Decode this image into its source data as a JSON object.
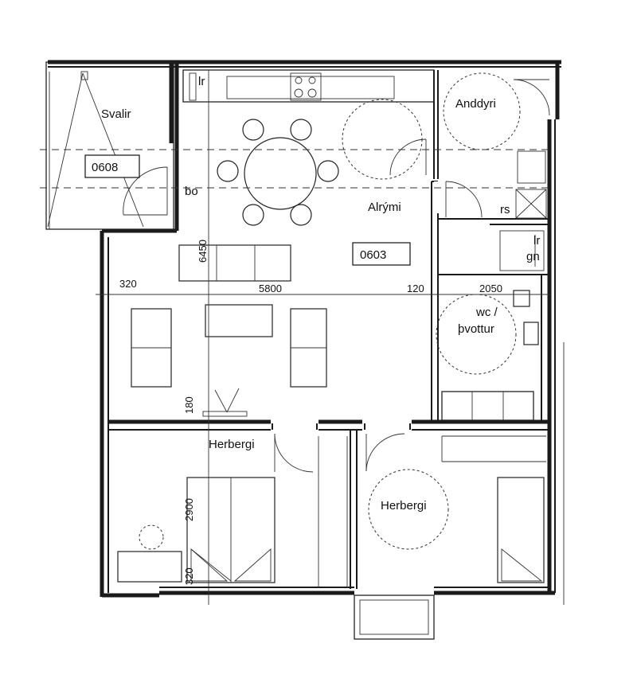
{
  "rooms": {
    "svalir": "Svalir",
    "anddyri": "Anddyri",
    "alrymi": "Alrými",
    "bo": "bo",
    "rs": "rs",
    "lr_kitchen": "lr",
    "lr_side": "lr",
    "gn": "gn",
    "wc": "wc /",
    "thvottur": "þvottur",
    "herbergi_left": "Herbergi",
    "herbergi_right": "Herbergi"
  },
  "unit_ids": {
    "balcony": "0608",
    "apartment": "0603"
  },
  "dimensions": {
    "d320_top": "320",
    "d5800": "5800",
    "d120": "120",
    "d2050": "2050",
    "d6450": "6450",
    "d180": "180",
    "d2900": "2900",
    "d320_bottom": "320"
  }
}
